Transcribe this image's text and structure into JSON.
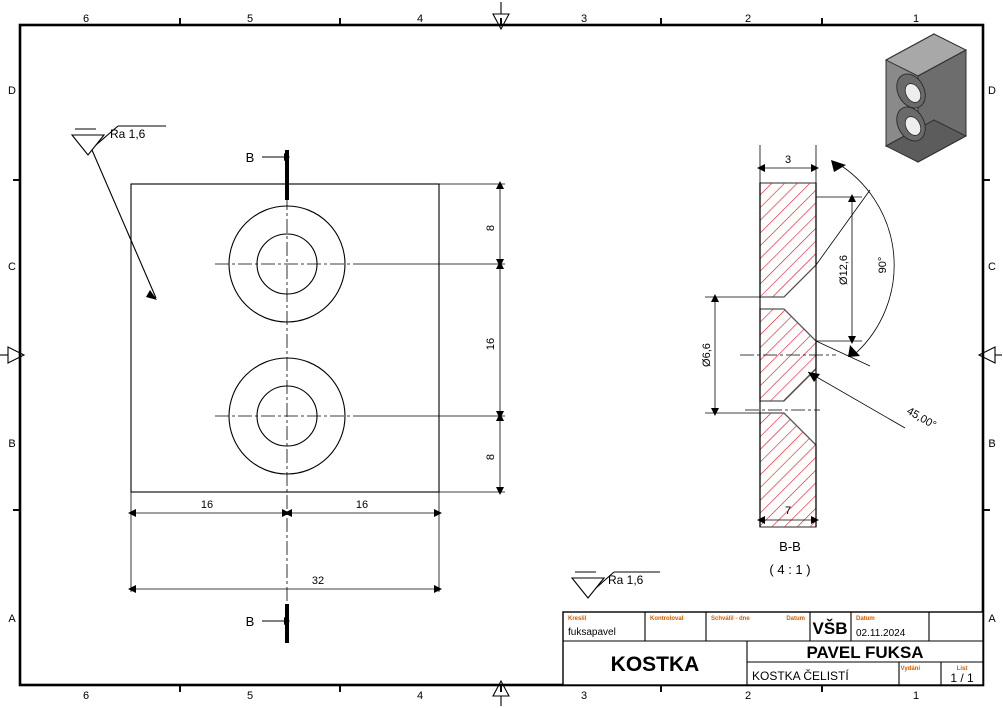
{
  "drawing": {
    "type": "technical-drawing",
    "sheet_format": "A-size engineering sheet with zone border",
    "zones_horizontal": [
      "6",
      "5",
      "4",
      "3",
      "2",
      "1"
    ],
    "zones_vertical": [
      "D",
      "C",
      "B",
      "A"
    ]
  },
  "main_view": {
    "name": "front-view",
    "surface_finish": "Ra 1,6",
    "section_label_top": "B",
    "section_label_bottom": "B",
    "dimensions": {
      "vertical": [
        "8",
        "16",
        "8"
      ],
      "horizontal_upper": [
        "16",
        "16"
      ],
      "horizontal_lower": [
        "32"
      ]
    }
  },
  "section_view": {
    "name": "section-b-b",
    "title": "B-B",
    "scale": "( 4 : 1 )",
    "dimensions": {
      "counterbore_depth": "3",
      "bore_diameter": "Ø6,6",
      "countersink_diameter": "Ø12,6",
      "countersink_angle": "90°",
      "chamfer_angle": "45,00°",
      "total_thickness": "7"
    }
  },
  "surface_finish_note": {
    "value": "Ra 1,6"
  },
  "title_block": {
    "drawn_by_label": "Kreslil",
    "drawn_by_value": "fuksapavel",
    "checked_by_label": "Kontroloval",
    "checked_by_value": "",
    "approved_label": "Schválil - dne",
    "approved_value": "",
    "date_label_1": "Datum",
    "date_value_1": "",
    "institution": "VŠB",
    "date_label_2": "Datum",
    "date_value_2": "02.11.2024",
    "author_name": "PAVEL FUKSA",
    "part_title": "KOSTKA",
    "part_description": "KOSTKA ČELISTÍ",
    "edition_label": "Vydání",
    "edition_value": "",
    "sheet_label": "List",
    "sheet_value": "1 / 1"
  },
  "colors": {
    "hatch": "#e8000d",
    "zone_text": "#000000",
    "accent_label": "#d06000",
    "solid_model": "#8a8a8a"
  }
}
